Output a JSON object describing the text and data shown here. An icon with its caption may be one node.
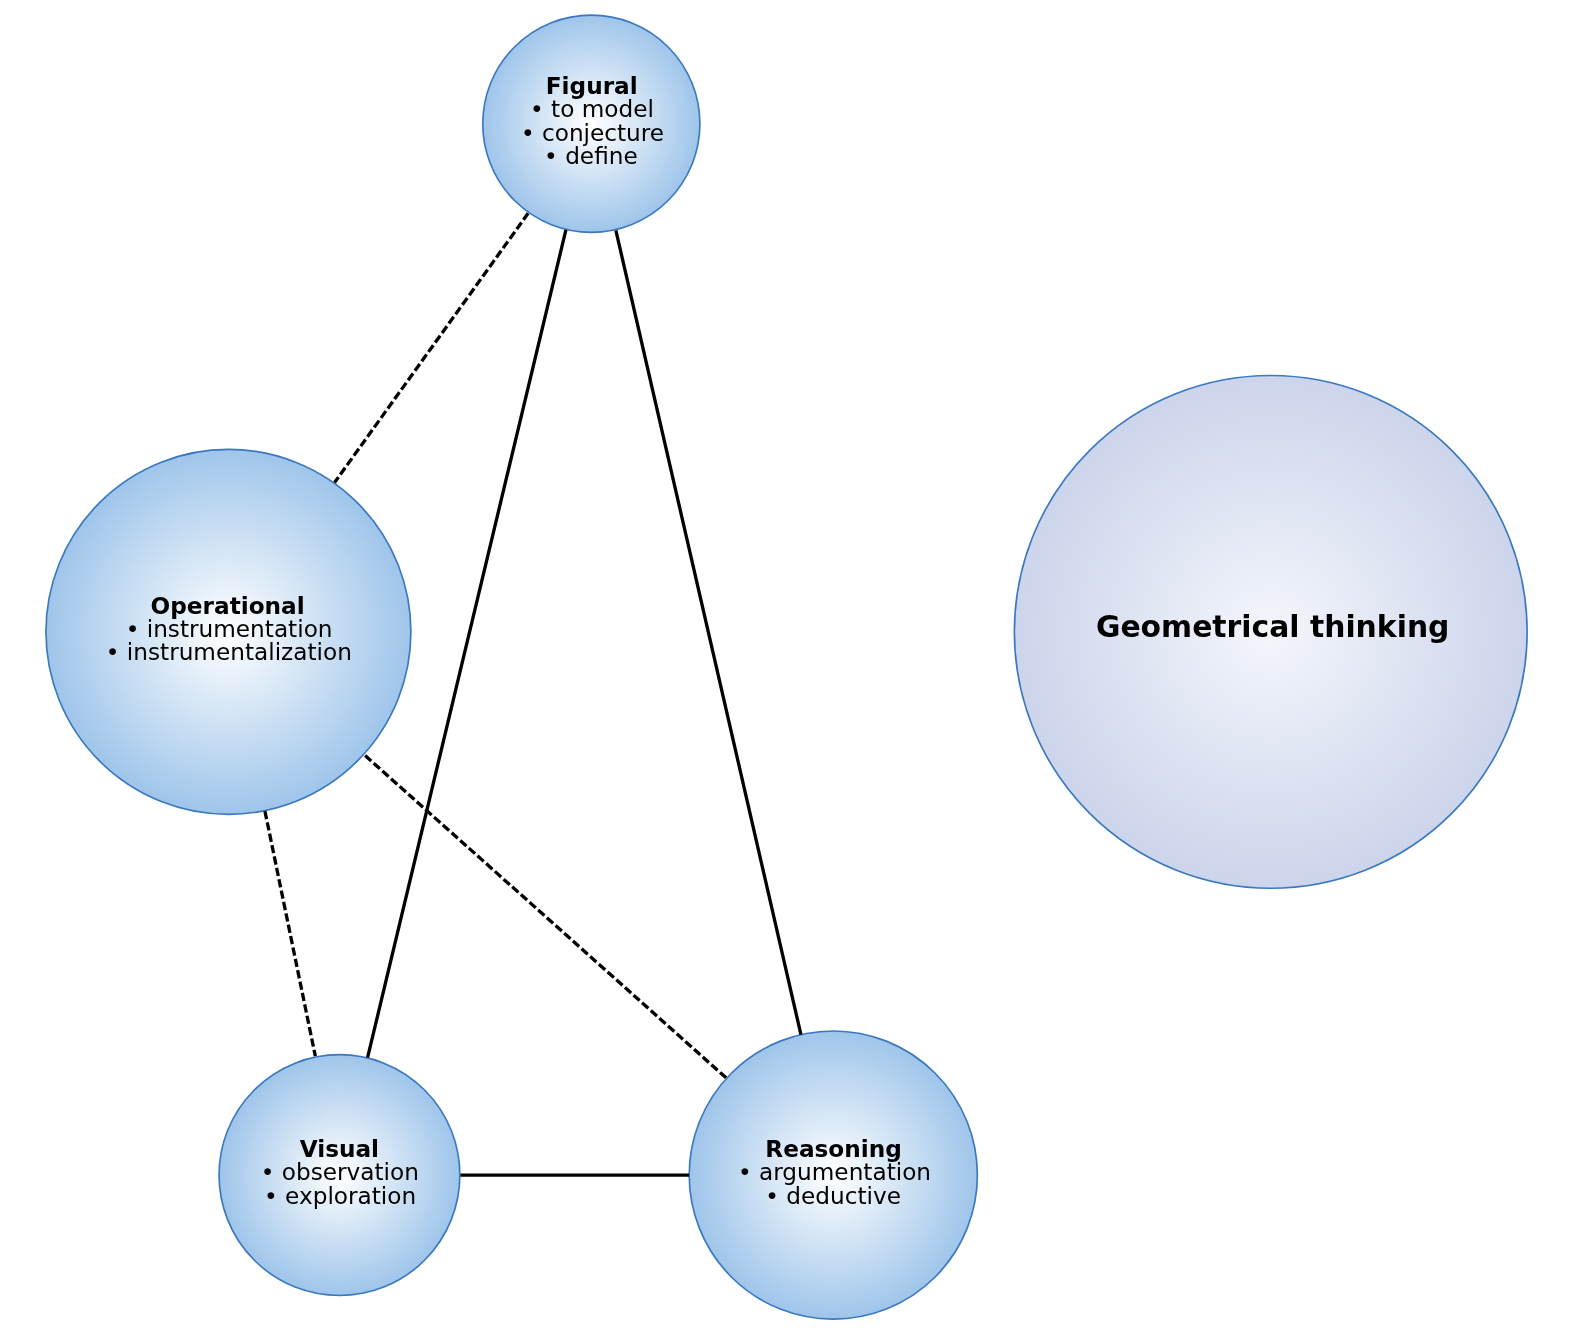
{
  "diagram": {
    "nodes": [
      {
        "text": [
          "Figural",
          "• to model",
          "• conjecture",
          "• define"
        ]
      },
      {
        "text": [
          "Operational",
          "• instrumentation",
          "• instrumentalization"
        ]
      },
      {
        "text": [
          "Reasoning",
          "• argumentation",
          "• deductive"
        ]
      },
      {
        "text": [
          "Visual",
          "• observation",
          "• exploration"
        ]
      },
      {
        "text": [
          "Geometrical thinking"
        ]
      }
    ],
    "edges": [
      {
        "from": 0,
        "to": 2,
        "arrow": "none"
      },
      {
        "from": 0,
        "to": 3,
        "arrow": "none"
      },
      {
        "from": 2,
        "to": 3,
        "arrow": "none"
      },
      {
        "from": 0,
        "to": 1,
        "arrow": "none",
        "style": "dashed"
      },
      {
        "from": 1,
        "to": 3,
        "arrow": "none",
        "style": "dashed"
      },
      {
        "from": 2,
        "to": 1,
        "arrow": "none",
        "style": "dashed"
      }
    ]
  }
}
